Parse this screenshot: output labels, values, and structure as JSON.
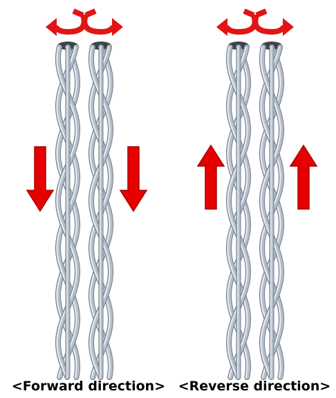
{
  "colors": {
    "wire_light": "#e7ebf1",
    "wire_mid": "#b5bfcb",
    "wire_dark": "#6f7a88",
    "arrow_red": "#e60000",
    "arrow_dark": "#a80000",
    "rotation_red": "#e21414"
  },
  "panels": [
    {
      "id": "forward",
      "caption": "<Forward direction>",
      "axial_arrow": "down"
    },
    {
      "id": "reverse",
      "caption": "<Reverse direction>",
      "axial_arrow": "up"
    }
  ]
}
